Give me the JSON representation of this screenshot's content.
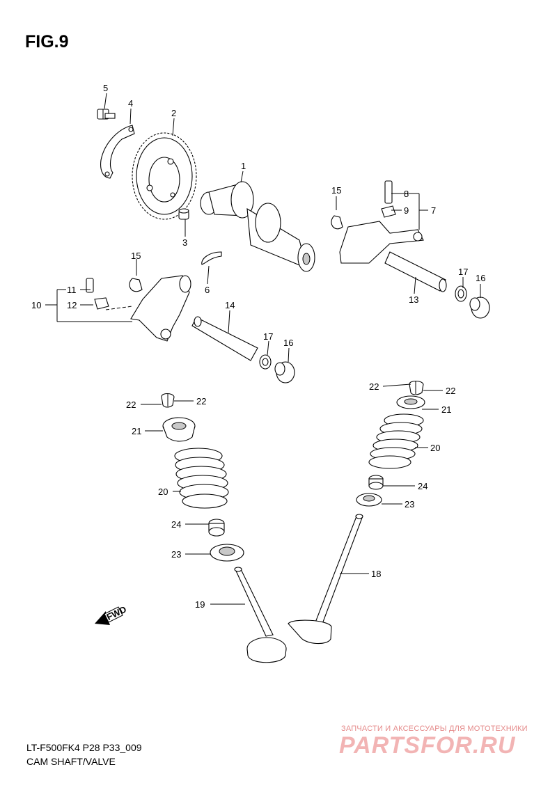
{
  "figure": {
    "title": "FIG.9"
  },
  "footer": {
    "code": "LT-F500FK4 P28 P33_009",
    "caption": "CAM SHAFT/VALVE"
  },
  "watermark": {
    "tagline": "ЗАПЧАСТИ И АКСЕССУАРЫ ДЛЯ МОТОТЕХНИКИ",
    "brand": "PARTSFOR.RU"
  },
  "fwd_label": "FWD",
  "callouts": {
    "c1": "1",
    "c2": "2",
    "c3": "3",
    "c4": "4",
    "c5": "5",
    "c6": "6",
    "c7": "7",
    "c8": "8",
    "c9": "9",
    "c10": "10",
    "c11": "11",
    "c12": "12",
    "c13": "13",
    "c14": "14",
    "c15a": "15",
    "c15b": "15",
    "c16a": "16",
    "c16b": "16",
    "c17a": "17",
    "c17b": "17",
    "c18": "18",
    "c19": "19",
    "c20a": "20",
    "c20b": "20",
    "c21a": "21",
    "c21b": "21",
    "c22a": "22",
    "c22b": "22",
    "c22c": "22",
    "c22d": "22",
    "c23a": "23",
    "c23b": "23",
    "c24a": "24",
    "c24b": "24"
  }
}
